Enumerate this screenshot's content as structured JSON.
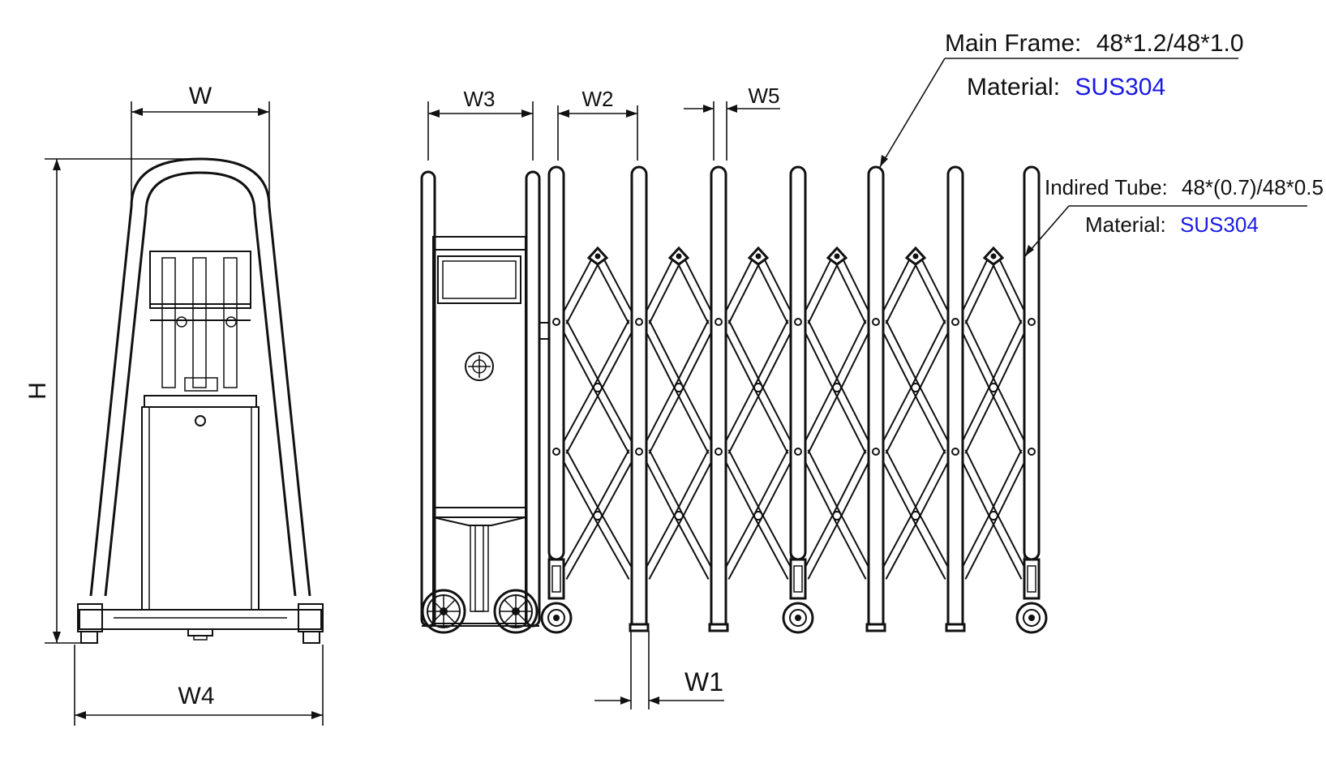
{
  "dimensions": {
    "W": "W",
    "H": "H",
    "W4": "W4",
    "W3": "W3",
    "W2": "W2",
    "W5": "W5",
    "W1": "W1"
  },
  "callouts": {
    "main_frame": {
      "label": "Main Frame:",
      "value": "48*1.2/48*1.0",
      "material_label": "Material:",
      "material_value": "SUS304"
    },
    "indired_tube": {
      "label": "Indired Tube:",
      "value": "48*(0.7)/48*0.5",
      "material_label": "Material:",
      "material_value": "SUS304"
    }
  },
  "colors": {
    "line": "#111111",
    "material_highlight": "#1a1ae6"
  }
}
